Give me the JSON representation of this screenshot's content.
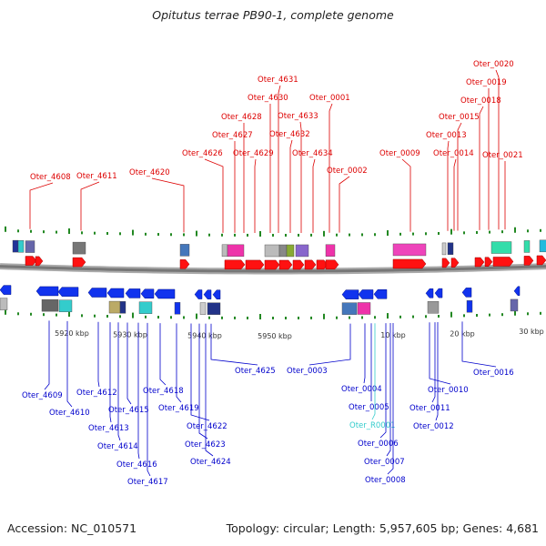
{
  "title": "Opitutus terrae PB90-1, complete genome",
  "accession": "Accession: NC_010571",
  "summary": "Topology: circular; Length: 5,957,605 bp; Genes: 4,681",
  "colors": {
    "top_label": "#dd0000",
    "bottom_label": "#0000cc",
    "rna_label": "#33cccc",
    "tick": "#228822",
    "axis": "#777777"
  },
  "kbp_labels": [
    "5920 kbp",
    "5930 kbp",
    "5940 kbp",
    "5950 kbp",
    "10 kbp",
    "20 kbp",
    "30 kbp"
  ],
  "top_genes": [
    "Oter_4608",
    "Oter_4611",
    "Oter_4620",
    "Oter_4626",
    "Oter_4627",
    "Oter_4628",
    "Oter_4629",
    "Oter_4630",
    "Oter_4631",
    "Oter_4632",
    "Oter_4633",
    "Oter_4634",
    "Oter_0001",
    "Oter_0002",
    "Oter_0009",
    "Oter_0013",
    "Oter_0014",
    "Oter_0015",
    "Oter_0018",
    "Oter_0019",
    "Oter_0020",
    "Oter_0021"
  ],
  "bottom_genes": [
    "Oter_4609",
    "Oter_4610",
    "Oter_4612",
    "Oter_4613",
    "Oter_4614",
    "Oter_4615",
    "Oter_4616",
    "Oter_4617",
    "Oter_4618",
    "Oter_4619",
    "Oter_4622",
    "Oter_4623",
    "Oter_4624",
    "Oter_4625",
    "Oter_0003",
    "Oter_0004",
    "Oter_0005",
    "Oter_R0001",
    "Oter_0006",
    "Oter_0007",
    "Oter_0008",
    "Oter_0010",
    "Oter_0011",
    "Oter_0012",
    "Oter_0016"
  ]
}
